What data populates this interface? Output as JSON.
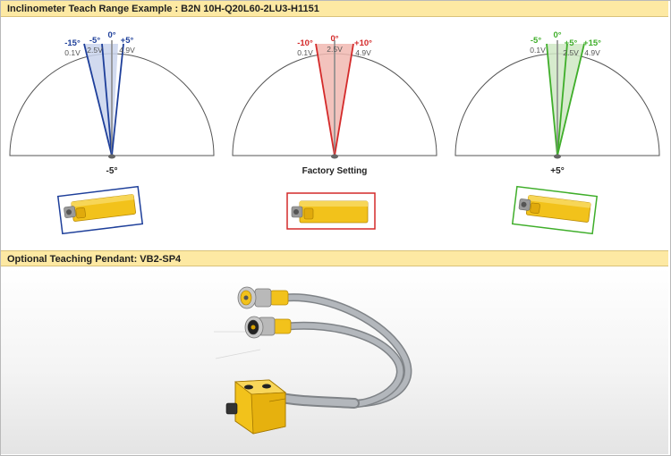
{
  "section1": {
    "title": "Inclinometer Teach Range Example : B2N 10H-Q20L60-2LU3-H1151"
  },
  "section2": {
    "title": "Optional Teaching Pendant: VB2-SP4"
  },
  "diagrams": [
    {
      "caption": "-5°",
      "color": "#1e3f9a",
      "fill": "#c9d3ec",
      "labels": [
        {
          "angle": "-15°",
          "voltage": "0.1V"
        },
        {
          "angle": "-5°",
          "voltage": "2.5V"
        },
        {
          "angle": "0°",
          "voltage": ""
        },
        {
          "angle": "+5°",
          "voltage": "4.9V"
        }
      ]
    },
    {
      "caption": "Factory Setting",
      "color": "#d42a2a",
      "fill": "#f1b9b2",
      "labels": [
        {
          "angle": "-10°",
          "voltage": "0.1V"
        },
        {
          "angle": "0°",
          "voltage": "2.5V"
        },
        {
          "angle": "+10°",
          "voltage": "4.9V"
        }
      ]
    },
    {
      "caption": "+5°",
      "color": "#3fae2a",
      "fill": "#cfe8c4",
      "labels": [
        {
          "angle": "-5°",
          "voltage": "0.1V"
        },
        {
          "angle": "0°",
          "voltage": ""
        },
        {
          "angle": "+5°",
          "voltage": "2.5V"
        },
        {
          "angle": "+15°",
          "voltage": "4.9V"
        }
      ]
    }
  ],
  "colors": {
    "header_bg": "#fde9a3",
    "sensor_yellow": "#f2c21b",
    "cable_grey": "#a9adb2",
    "gauge_line": "#555555"
  }
}
